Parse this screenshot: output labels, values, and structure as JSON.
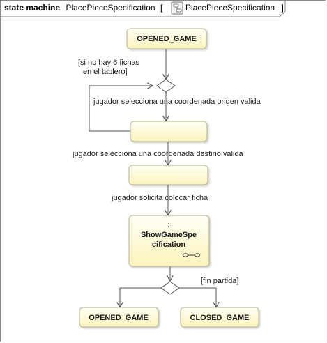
{
  "header": {
    "kind": "state machine",
    "name": "PlacePieceSpecification",
    "bracket_open": "[",
    "diagram_ref": "PlacePieceSpecification",
    "bracket_close": "]"
  },
  "states": {
    "opened_game_top": "OPENED_GAME",
    "submachine_colon": ":",
    "submachine_line1": "ShowGameSpe",
    "submachine_line2": "cification",
    "opened_game_bottom": "OPENED_GAME",
    "closed_game": "CLOSED_GAME"
  },
  "transitions": {
    "guard_line1": "[si no hay 6 fichas",
    "guard_line2": "en el tablero]",
    "select_origin": "jugador selecciona una coordenada origen valida",
    "select_destination": "jugador selecciona una coordenada destino valida",
    "request_place": "jugador solicita colocar ficha",
    "end_game": "[fin partida]"
  },
  "icons": {
    "diagram_ref": "state-diagram-icon",
    "submachine": "submachine-link-icon"
  },
  "colors": {
    "state_fill_top": "#fffff2",
    "state_fill_bottom": "#fdf5c2",
    "state_border": "#b3b38a",
    "line": "#555555"
  }
}
